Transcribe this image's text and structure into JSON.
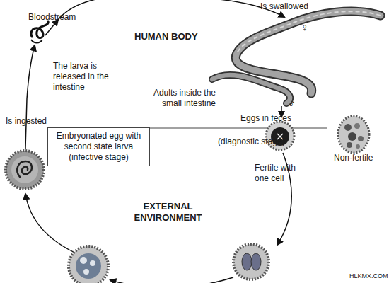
{
  "diagram": {
    "nodes": [
      {
        "text": [
          "Embryonated egg with second state larva (infective stage)"
        ]
      }
    ],
    "labels": [
      "Is swallowed",
      "Bloodstream",
      "♀",
      "HUMAN BODY",
      "The larva is released in the intestine",
      "Adults inside the small intestine",
      "♂",
      "Eggs in feces",
      "Is ingested",
      "(diagnostic stage)",
      "Non-fertile",
      "Fertile with one cell",
      "EXTERNAL ENVIRONMENT",
      "HLKMX.COM"
    ]
  }
}
